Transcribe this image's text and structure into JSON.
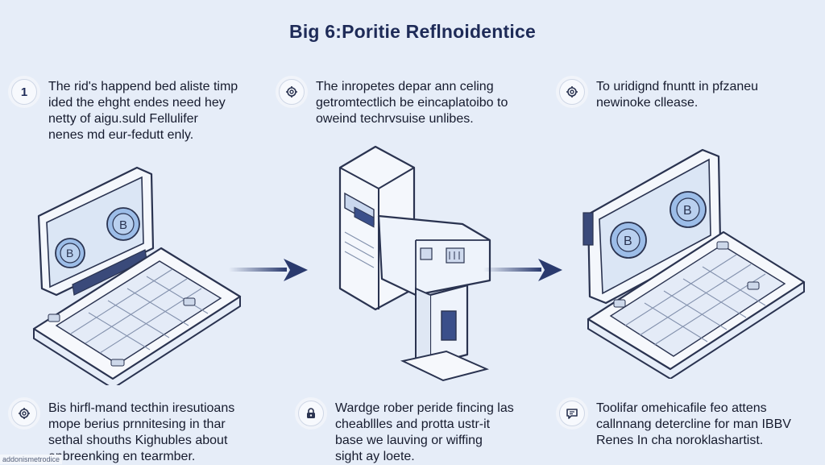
{
  "title": "Big 6:Poritie Reflnoidentice",
  "steps": [
    {
      "badge": "1",
      "icon": "number-badge",
      "text": "The rid's happend bed aliste timp\nided the ehght endes need hey\nnetty of aigu.suld Fellulifer\nnenes md eur-fedutt enly."
    },
    {
      "badge": "",
      "icon": "gear-icon",
      "text": "The inropetes depar ann celing\ngetromtectlich be eincaplatoibo to\noweind techrvsuise unlibes."
    },
    {
      "badge": "",
      "icon": "gear-icon",
      "text": "To uridignd fnuntt in pfzaneu\nnewinoke cllease."
    },
    {
      "badge": "",
      "icon": "gear-icon",
      "text": "Bis hirfl-mand tecthin iresutioans\nmope berius prnnitesing in thar\nsethal shouths Kighubles about\nenbreenking en tearmber."
    },
    {
      "badge": "",
      "icon": "lock-icon",
      "text": "Wardge rober peride fincing las\ncheabllles and protta ustr-it\nbase we lauving or wiffing\nsight ay loete."
    },
    {
      "badge": "",
      "icon": "chat-icon",
      "text": "Toolifar omehicafile feo attens\ncallnnang detercline for man IBBV\nRenes In cha noroklashartist."
    }
  ],
  "footer": "addonismetrodice",
  "coin_glyph": "B",
  "colors": {
    "background": "#e6edf8",
    "arrow": "#2a3a6e",
    "accent": "#8fb3e3",
    "outline": "#2a3350"
  }
}
